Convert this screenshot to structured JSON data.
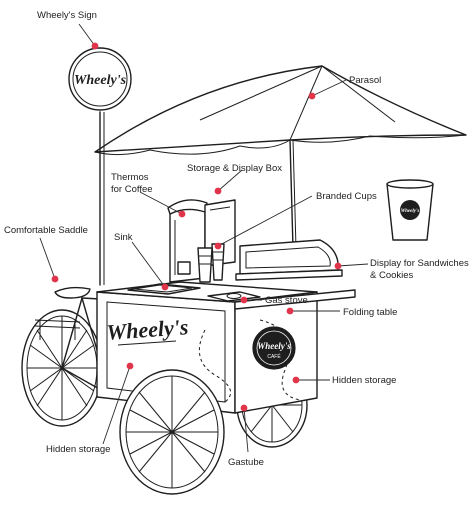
{
  "brand": {
    "sign_text": "Wheely's",
    "cart_text": "Wheely's",
    "cup_text": "Wheely's",
    "badge_text": "Wheely's",
    "badge_sub": "CAFÉ"
  },
  "labels": {
    "wheelys_sign": "Wheely's Sign",
    "parasol": "Parasol",
    "thermos_line1": "Thermos",
    "thermos_line2": "for Coffee",
    "storage_display_box": "Storage & Display Box",
    "branded_cups": "Branded Cups",
    "comfortable_saddle": "Comfortable Saddle",
    "sink": "Sink",
    "display_line1": "Display for Sandwiches",
    "display_line2": "& Cookies",
    "gas_stove": "Gas stove",
    "folding_table": "Folding table",
    "hidden_storage_right": "Hidden storage",
    "hidden_storage_left": "Hidden storage",
    "gastube": "Gastube"
  },
  "colors": {
    "marker": "#e0344b",
    "line": "#1e1e1e",
    "background": "#ffffff"
  }
}
